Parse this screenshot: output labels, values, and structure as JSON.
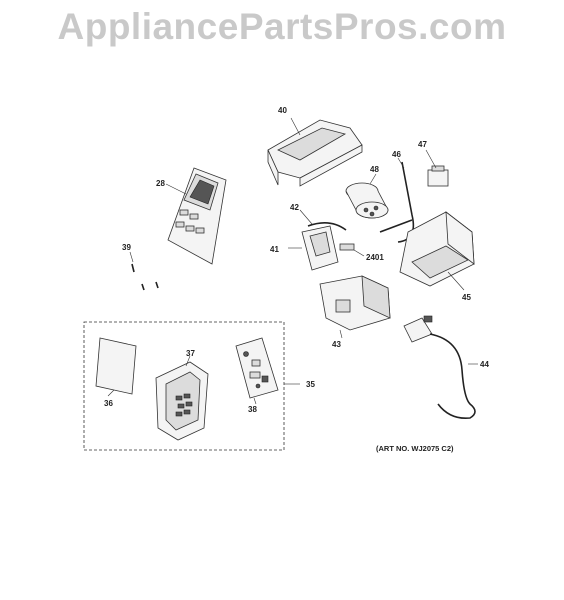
{
  "watermark": "AppliancePartsPros.com",
  "art_number": "(ART NO. WJ2075 C2)",
  "callouts": [
    "40",
    "47",
    "48",
    "46",
    "28",
    "42",
    "39",
    "41",
    "2401",
    "45",
    "43",
    "37",
    "35",
    "36",
    "38",
    "44"
  ]
}
